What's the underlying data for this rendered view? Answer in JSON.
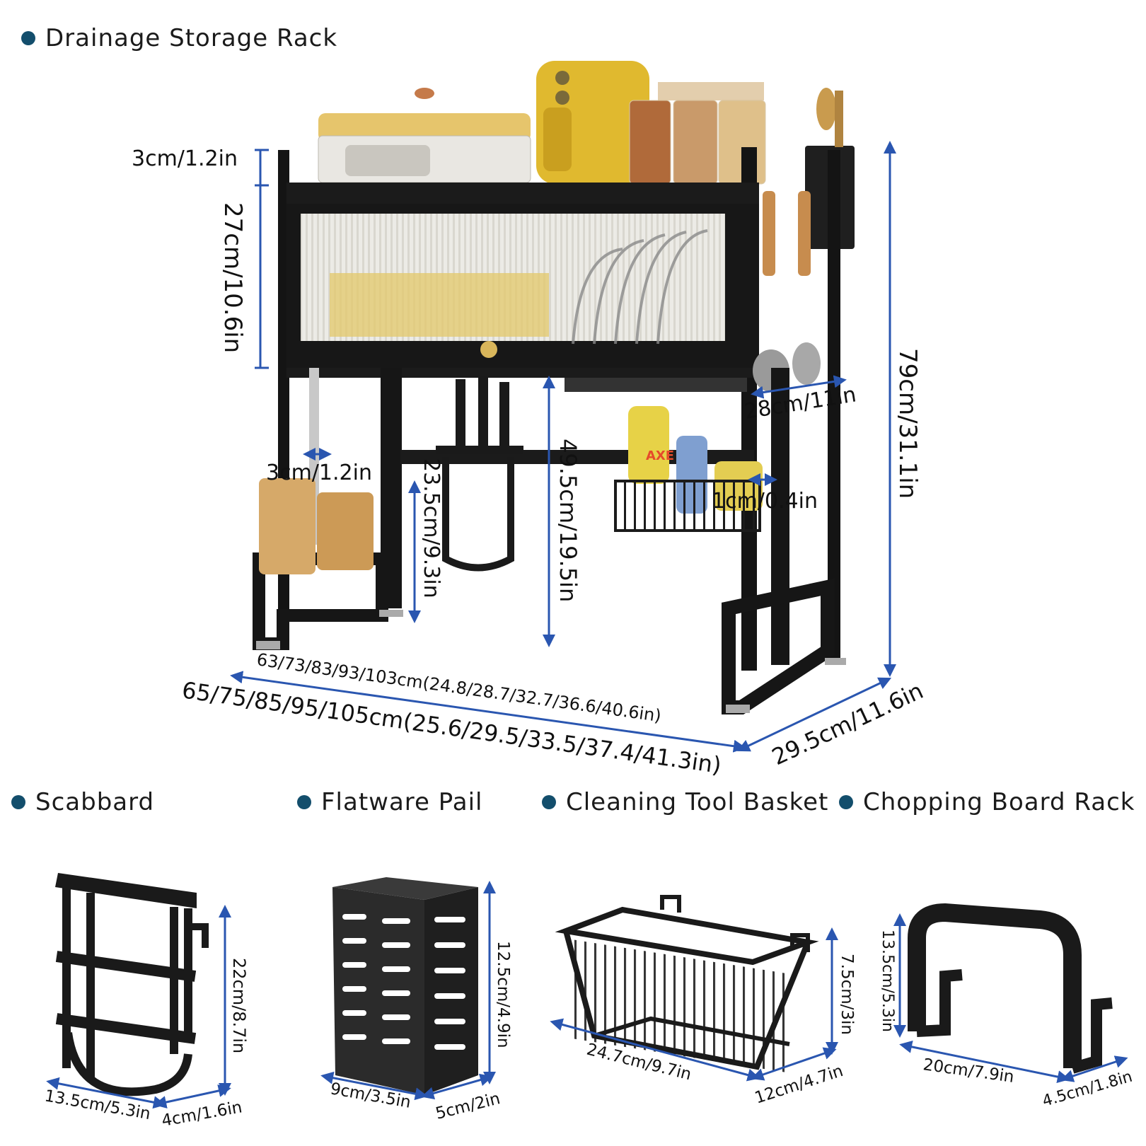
{
  "colors": {
    "bullet": "#134e6c",
    "dimension_line": "#2a56b0",
    "metal": "#1f1f1f",
    "frame": "#111111",
    "brass": "#e2c070"
  },
  "headings": {
    "main": "Drainage Storage Rack",
    "scabbard": "Scabbard",
    "flatware_pail": "Flatware Pail",
    "cleaning_basket": "Cleaning Tool Basket",
    "board_rack": "Chopping Board Rack"
  },
  "main_rack": {
    "top_rail": "3cm/1.2in",
    "cabinet_height": "27cm/10.6in",
    "total_height": "79cm/31.1in",
    "cabinet_depth": "28cm/11in",
    "leg_width": "3cm/1.2in",
    "scabbard_height": "23.5cm/9.3in",
    "under_clearance": "49.5cm/19.5in",
    "rail_thickness": "1cm/0.4in",
    "inner_width": "63/73/83/93/103cm(24.8/28.7/32.7/36.6/40.6in)",
    "outer_width": "65/75/85/95/105cm(25.6/29.5/33.5/37.4/41.3in)",
    "depth": "29.5cm/11.6in",
    "brand_label": "AXE"
  },
  "scabbard": {
    "height": "22cm/8.7in",
    "width": "13.5cm/5.3in",
    "depth": "4cm/1.6in"
  },
  "flatware_pail": {
    "height": "12.5cm/4.9in",
    "width": "9cm/3.5in",
    "depth": "5cm/2in"
  },
  "cleaning_basket": {
    "height": "7.5cm/3in",
    "width": "24.7cm/9.7in",
    "depth": "12cm/4.7in"
  },
  "board_rack": {
    "height": "13.5cm/5.3in",
    "width": "20cm/7.9in",
    "depth": "4.5cm/1.8in"
  }
}
